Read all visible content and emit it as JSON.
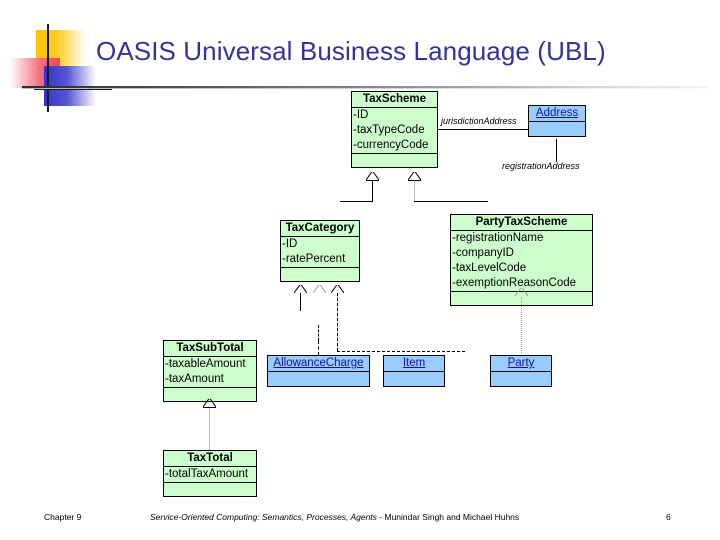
{
  "slide": {
    "title": "OASIS Universal Business Language (UBL)",
    "title_color": "#333399",
    "decoration": {
      "yellow": "#FFC000",
      "red": "#F2435A",
      "blue": "#3333CC",
      "cross": "#1a1a1a"
    }
  },
  "diagram": {
    "type": "uml-class-diagram",
    "class_fill_green": "#CCFFCC",
    "class_fill_blue": "#99CCFF",
    "classes": [
      {
        "id": "TaxScheme",
        "name": "TaxScheme",
        "kind": "green",
        "attributes": [
          "-ID",
          "-taxTypeCode",
          "-currencyCode"
        ],
        "operations": []
      },
      {
        "id": "Address",
        "name": "Address",
        "kind": "blue",
        "attributes": [],
        "operations": []
      },
      {
        "id": "TaxCategory",
        "name": "TaxCategory",
        "kind": "green",
        "attributes": [
          "-ID",
          "-ratePercent"
        ],
        "operations": []
      },
      {
        "id": "PartyTaxScheme",
        "name": "PartyTaxScheme",
        "kind": "green",
        "attributes": [
          "-registrationName",
          "-companyID",
          "-taxLevelCode",
          "-exemptionReasonCode"
        ],
        "operations": []
      },
      {
        "id": "TaxSubTotal",
        "name": "TaxSubTotal",
        "kind": "green",
        "attributes": [
          "-taxableAmount",
          "-taxAmount"
        ],
        "operations": []
      },
      {
        "id": "AllowanceCharge",
        "name": "AllowanceCharge",
        "kind": "blue",
        "attributes": [],
        "operations": []
      },
      {
        "id": "Item",
        "name": "Item",
        "kind": "blue",
        "attributes": [],
        "operations": []
      },
      {
        "id": "Party",
        "name": "Party",
        "kind": "blue",
        "attributes": [],
        "operations": []
      },
      {
        "id": "TaxTotal",
        "name": "TaxTotal",
        "kind": "green",
        "attributes": [
          "-totalTaxAmount"
        ],
        "operations": []
      }
    ],
    "edge_labels": [
      {
        "id": "jurisdictionAddress",
        "text": "jurisdictionAddress"
      },
      {
        "id": "registrationAddress",
        "text": "registrationAddress"
      }
    ]
  },
  "footer": {
    "chapter": "Chapter 9",
    "book_title": "Service-Oriented Computing: Semantics, Processes, Agents",
    "authors": " - Munindar Singh and Michael Huhns",
    "page": "6"
  }
}
